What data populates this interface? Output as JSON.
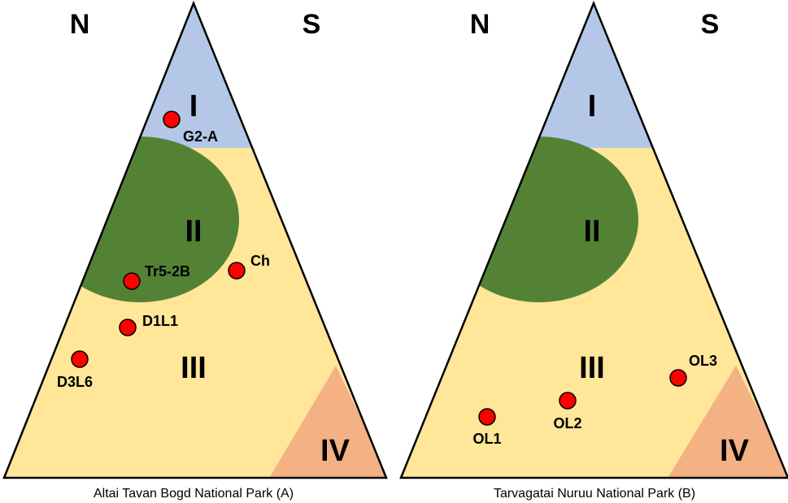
{
  "panels": [
    {
      "id": "A",
      "caption": "Altai Tavan Bogd National Park (A)",
      "north_label": "N",
      "south_label": "S",
      "zones": {
        "I": "I",
        "II": "II",
        "III": "III",
        "IV": "IV"
      },
      "sites": [
        "G2-A",
        "Tr5-2B",
        "Ch",
        "D1L1",
        "D3L6"
      ]
    },
    {
      "id": "B",
      "caption": "Tarvagatai Nuruu National Park (B)",
      "north_label": "N",
      "south_label": "S",
      "zones": {
        "I": "I",
        "II": "II",
        "III": "III",
        "IV": "IV"
      },
      "sites": [
        "OL1",
        "OL2",
        "OL3"
      ]
    }
  ],
  "colors": {
    "zone_I": "#b4c7e7",
    "zone_II": "#548235",
    "zone_III": "#ffe699",
    "zone_IV": "#f4b183",
    "site_marker": "#ff0000",
    "outline": "#000000"
  }
}
